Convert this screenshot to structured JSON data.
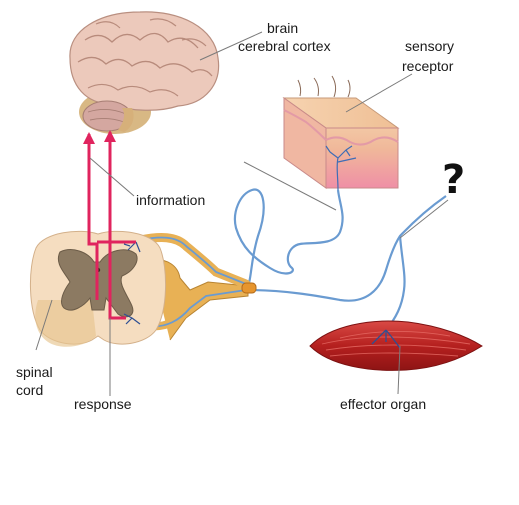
{
  "labels": {
    "brain": "brain",
    "cerebral_cortex": "cerebral cortex",
    "sensory": "sensory",
    "receptor": "receptor",
    "information": "information",
    "spinal": "spinal",
    "cord": "cord",
    "response": "response",
    "effector_organ": "effector organ",
    "question_mark": "?"
  },
  "colors": {
    "pathway": "#e0245e",
    "nerve": "#5d8fc6",
    "nerve_sheath": "#e9b45a",
    "muscle": "#c62a2a",
    "skin": "#f2c29c",
    "brain": "#e8c2b4",
    "grey_matter": "#8a7760",
    "white_matter": "#f4dcc0"
  }
}
